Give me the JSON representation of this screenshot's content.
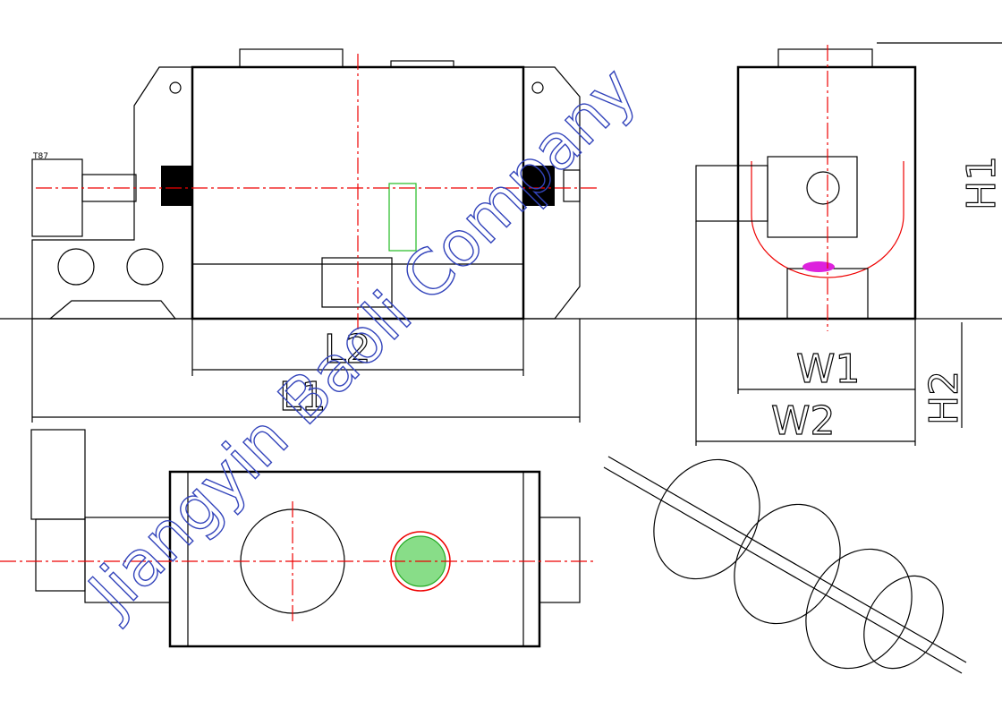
{
  "labels": {
    "L1": "L1",
    "L2": "L2",
    "W1": "W1",
    "W2": "W2",
    "H1": "H1",
    "H2": "H2",
    "motor_tag": "T87"
  },
  "watermark": "Jiangyin Baoli Company",
  "colors": {
    "line": "#000000",
    "centerline": "#e00000",
    "watermark": "#3344bb",
    "cylinder": "#22aa22",
    "nozzle": "#dd22dd"
  }
}
